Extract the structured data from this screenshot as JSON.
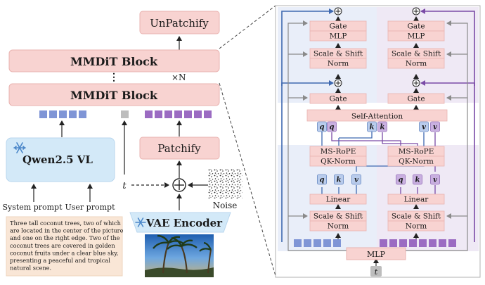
{
  "colors": {
    "pink": "#f8d3d1",
    "pink_stroke": "#e9b3b0",
    "blue_box": "#d3e9f8",
    "token_blue": "#7f95d6",
    "token_purple": "#9b6bc2",
    "token_gray": "#bdbdbd",
    "blue_panel": "#e9eef9",
    "purple_panel": "#efe9f5",
    "line_blue": "#3f69b0",
    "line_purple": "#7a4aa6",
    "prompt_bg": "#f9e6d6",
    "dark_text": "#1a1a1a"
  },
  "left": {
    "unpatchify": "UnPatchify",
    "mmdit_top": "MMDiT Block",
    "mmdit_bottom": "MMDiT Block",
    "ellipsis": "⋮",
    "times_n": "×N",
    "qwen": "Qwen2.5 VL",
    "system_prompt": "System prompt",
    "user_prompt": "User prompt",
    "t_label": "t",
    "patchify": "Patchify",
    "noise": "Noise",
    "vae": "VAE Encoder",
    "prompt_lines": [
      "Three tall coconut trees, two of which",
      "are located in the center of the picture",
      "and one on the right edge. Two of the",
      "coconut trees are covered in golden",
      "coconut fruits under a clear blue sky,",
      "presenting a peaceful and tropical",
      "natural scene."
    ]
  },
  "right": {
    "gate": "Gate",
    "mlp": "MLP",
    "scale_shift": "Scale & Shift",
    "norm": "Norm",
    "self_attention": "Self-Attention",
    "ms_rope": "MS-RoPE",
    "qk_norm": "QK-Norm",
    "linear": "Linear",
    "mlp_bottom": "MLP",
    "t_label": "t",
    "q": "q",
    "k": "k",
    "v": "v",
    "plus": "+"
  }
}
